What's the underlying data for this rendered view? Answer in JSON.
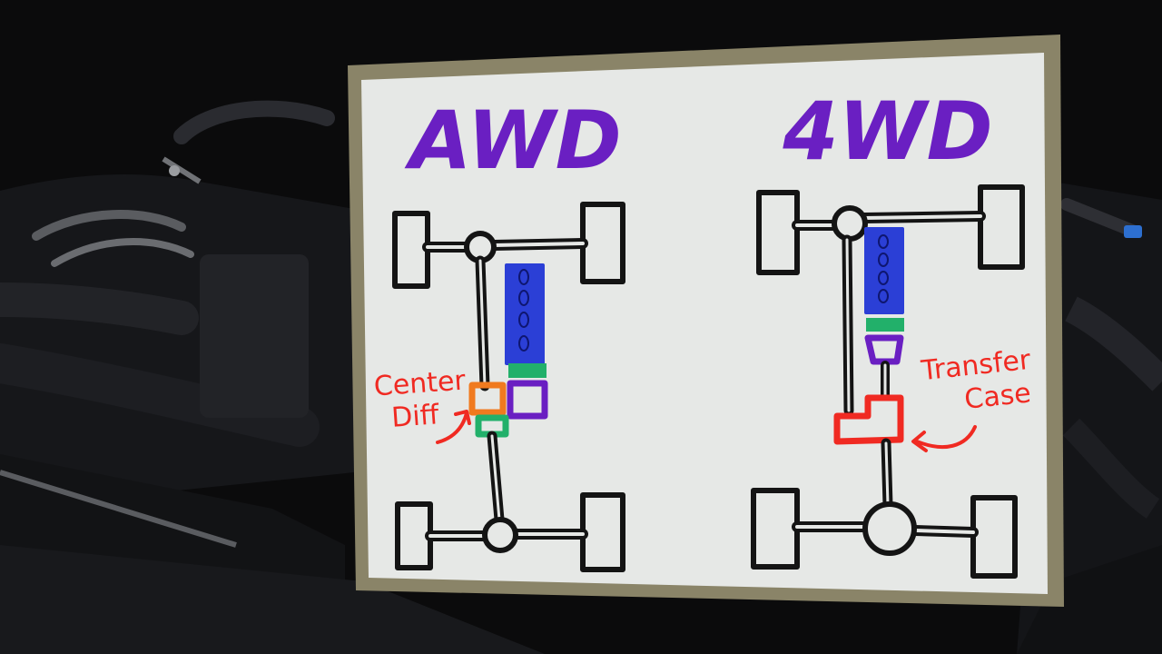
{
  "colors": {
    "background": "#0b0b0c",
    "engine_dark": "#1c1d20",
    "engine_mid": "#2c2d31",
    "board_frame": "#8a8468",
    "board_surface": "#e6e8e6",
    "marker_black": "#141414",
    "marker_purple": "#6a1fc2",
    "marker_blue": "#2b3fd6",
    "marker_green": "#22b06a",
    "marker_orange": "#f07a1f",
    "marker_red": "#f02a22"
  },
  "board": {
    "awd": {
      "title": "AWD",
      "label_line1": "Center",
      "label_line2": "Diff"
    },
    "fourwd": {
      "title": "4WD",
      "label_line1": "Transfer",
      "label_line2": "Case"
    }
  }
}
